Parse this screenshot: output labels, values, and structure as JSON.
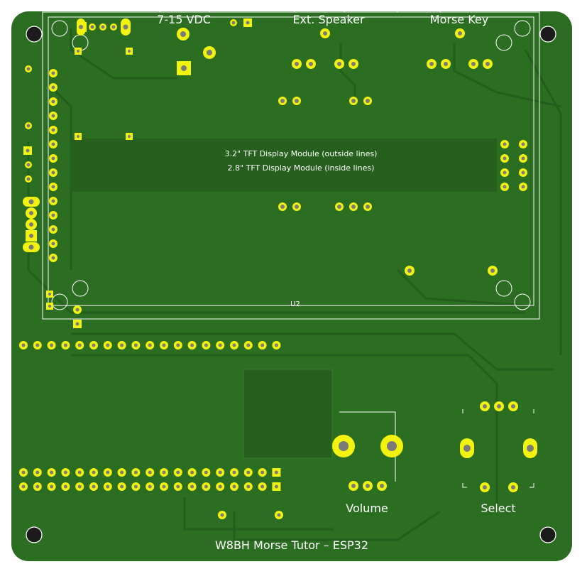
{
  "board": {
    "title": "W8BH Morse Tutor – ESP32",
    "colors": {
      "background": "#ffffff",
      "board": "#2b6e22",
      "trace": "#24601c",
      "pad": "#f2f20f",
      "drill": "#7a7a7a",
      "silk": "#ffffff"
    }
  },
  "top_labels": {
    "power": "7-15 VDC",
    "speaker": "Ext. Speaker",
    "key": "Morse Key"
  },
  "display": {
    "line1": "3.2\" TFT Display Module (outside lines)",
    "line2": "2.8\" TFT Display Module (inside lines)",
    "ref": "U2"
  },
  "controls": {
    "volume": "Volume",
    "select": "Select"
  }
}
